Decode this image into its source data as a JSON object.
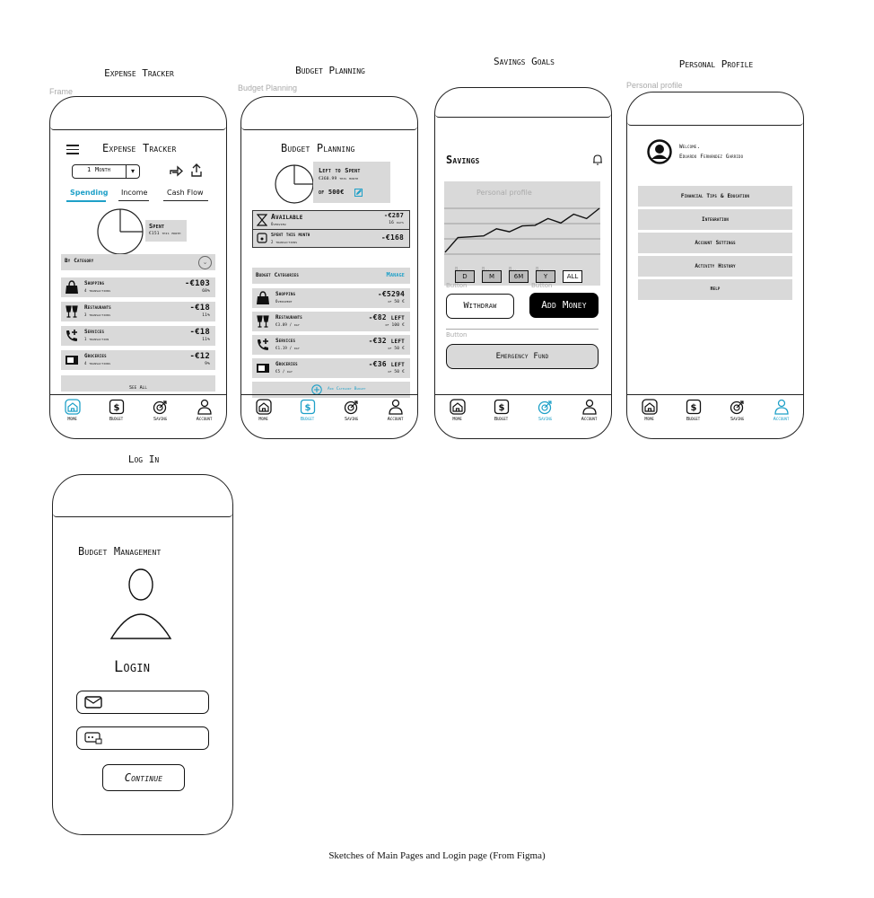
{
  "frames": {
    "expense": {
      "title": "Expense Tracker",
      "label": "Frame"
    },
    "budget": {
      "title": "Budget Planning",
      "label": "Budget Planning"
    },
    "savings": {
      "title": "Savings Goals"
    },
    "profile": {
      "title": "Personal Profile",
      "label": "Personal profile"
    },
    "login": {
      "title": "Log In"
    }
  },
  "expense": {
    "header_title": "Expense Tracker",
    "period_select": "1 Month",
    "tabs": [
      {
        "label": "Spending",
        "active": true
      },
      {
        "label": "Income",
        "active": false
      },
      {
        "label": "Cash Flow",
        "active": false
      }
    ],
    "spent_title": "Spent",
    "spent_sub": "€151 this month",
    "by_category": "By Category",
    "categories": [
      {
        "name": "Shopping",
        "sub": "4 transactions",
        "amount": "-€103",
        "pct": "68%"
      },
      {
        "name": "Restaurants",
        "sub": "3 transactions",
        "amount": "-€18",
        "pct": "11%"
      },
      {
        "name": "Services",
        "sub": "1 transaction",
        "amount": "-€18",
        "pct": "11%"
      },
      {
        "name": "Groceries",
        "sub": "4 transactions",
        "amount": "-€12",
        "pct": "9%"
      }
    ],
    "see_all": "See All"
  },
  "budget": {
    "header_title": "Budget Planning",
    "left_title": "Left to Spent",
    "left_sub": "€360.99 this month",
    "left_of": "of 500€",
    "available_title": "Available",
    "available_sub": "Overview",
    "available_amount": "-€287",
    "available_days": "16 days",
    "spent_title": "Spent this month",
    "spent_sub": "2 transactions",
    "spent_amount": "-€168",
    "cat_header": "Budget Categories",
    "manage": "Manage",
    "categories": [
      {
        "name": "Shopping",
        "sub": "Overspent",
        "amount": "-€5294",
        "of": "of 50 €"
      },
      {
        "name": "Restaurants",
        "sub": "€3.09 / day",
        "amount": "-€82 left",
        "of": "of 100 €"
      },
      {
        "name": "Services",
        "sub": "€1.19 / day",
        "amount": "-€32 left",
        "of": "of 50 €"
      },
      {
        "name": "Groceries",
        "sub": "€5 / day",
        "amount": "-€36 left",
        "of": "of 50 €"
      }
    ],
    "add_budget": "Add Category Budget"
  },
  "savings": {
    "header_title": "Savings",
    "chart_label": "Personal profile",
    "chart_data": {
      "type": "line",
      "values": [
        4,
        9,
        9.3,
        9.6,
        12,
        11,
        13,
        13.2,
        15.5,
        14,
        17,
        15.5,
        19
      ]
    },
    "periods": [
      "D",
      "M",
      "6M",
      "Y",
      "ALL"
    ],
    "period_hint": "B...",
    "button_hint": "Button",
    "withdraw": "Withdraw",
    "add_money": "Add Money",
    "emergency": "Emergency Fund"
  },
  "profile": {
    "welcome": "Welcome.",
    "name": "Eduardo Fernández Garrido",
    "menu": [
      "Financial Tips & Education",
      "Integration",
      "Account Settings",
      "Activity History",
      "Help"
    ]
  },
  "login": {
    "app_title": "Budget Management",
    "heading": "Login",
    "continue": "Continue"
  },
  "nav": {
    "items": [
      "Home",
      "Budget",
      "Saving",
      "Account"
    ]
  },
  "caption": "Sketches of Main Pages and Login page (From Figma)",
  "colors": {
    "accent": "#1ea0c8",
    "gray": "#d9d9d9"
  }
}
